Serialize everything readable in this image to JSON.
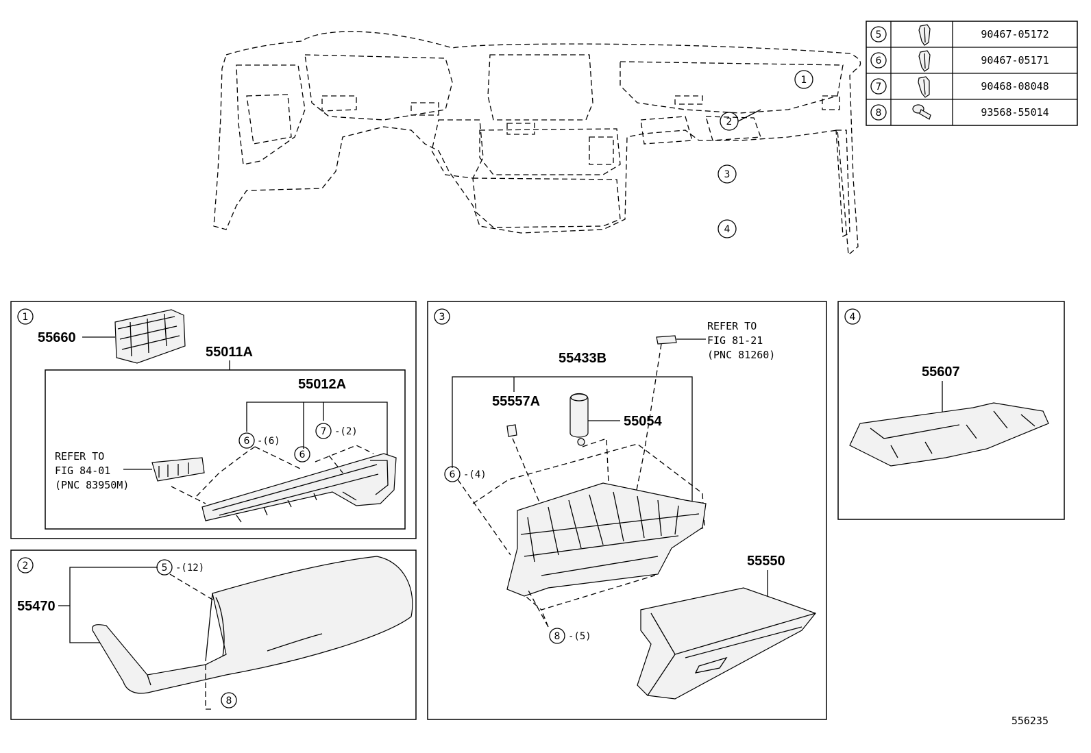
{
  "diagram_id": "556235",
  "fastener_table": [
    {
      "ref": "5",
      "part": "90467-05172",
      "icon": "clip-icon"
    },
    {
      "ref": "6",
      "part": "90467-05171",
      "icon": "clip-icon"
    },
    {
      "ref": "7",
      "part": "90468-08048",
      "icon": "clip-icon"
    },
    {
      "ref": "8",
      "part": "93568-55014",
      "icon": "screw-icon"
    }
  ],
  "overview": {
    "callouts": [
      "1",
      "2",
      "3",
      "4"
    ]
  },
  "panel1": {
    "num": "1",
    "part_55660": "55660",
    "part_55011A": "55011A",
    "part_55012A": "55012A",
    "clip6": "6",
    "clip6_qty": "-(6)",
    "clip6b": "6",
    "clip7": "7",
    "clip7_qty": "-(2)",
    "refer_line1": "REFER TO",
    "refer_line2": "FIG 84-01",
    "refer_line3": "(PNC 83950M)"
  },
  "panel2": {
    "num": "2",
    "part_55470": "55470",
    "clip5": "5",
    "clip5_qty": "-(12)",
    "screw8": "8"
  },
  "panel3": {
    "num": "3",
    "refer_line1": "REFER TO",
    "refer_line2": "FIG 81-21",
    "refer_line3": "(PNC 81260)",
    "part_55433B": "55433B",
    "part_55557A": "55557A",
    "part_55054": "55054",
    "clip6": "6",
    "clip6_qty": "-(4)",
    "screw8": "8",
    "screw8_qty": "-(5)",
    "part_55550": "55550"
  },
  "panel4": {
    "num": "4",
    "part_55607": "55607"
  }
}
